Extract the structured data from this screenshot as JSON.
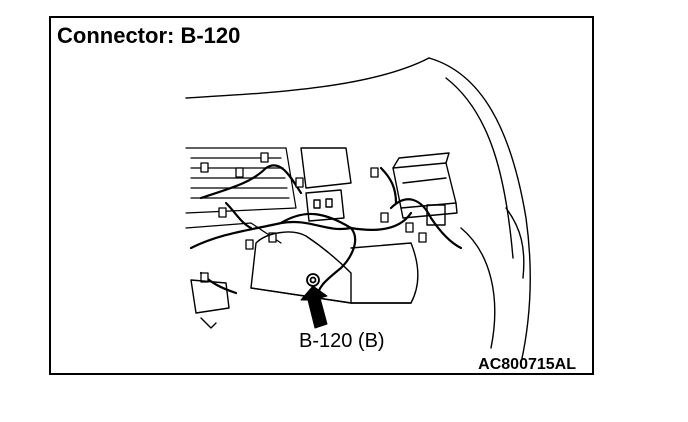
{
  "diagram": {
    "title": "Connector: B-120",
    "callout_label": "B-120 (B)",
    "figure_code": "AC800715AL"
  },
  "colors": {
    "line": "#000000",
    "background": "#ffffff",
    "arrow_fill": "#000000"
  }
}
